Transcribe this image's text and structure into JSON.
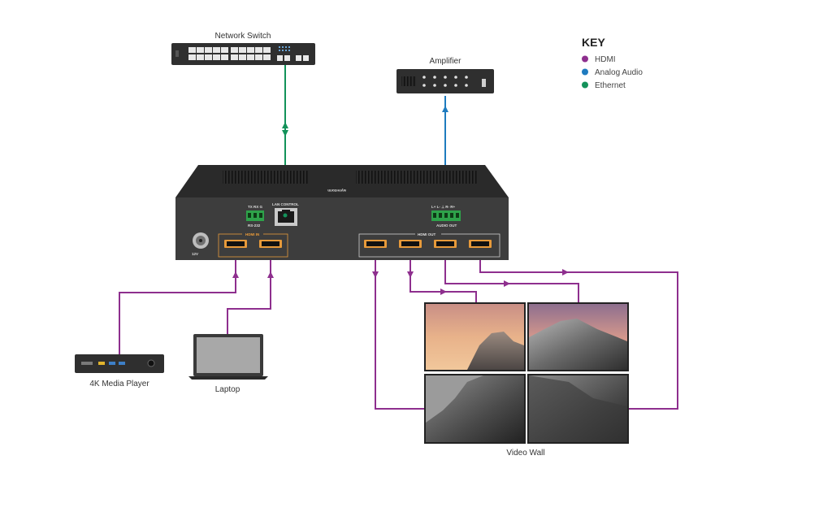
{
  "key": {
    "title": "KEY",
    "items": [
      {
        "label": "HDMI",
        "color": "#8e2f8e"
      },
      {
        "label": "Analog Audio",
        "color": "#1e7bbf"
      },
      {
        "label": "Ethernet",
        "color": "#13925a"
      }
    ]
  },
  "devices": {
    "network_switch": "Network Switch",
    "amplifier": "Amplifier",
    "media_player": "4K Media Player",
    "laptop": "Laptop",
    "video_wall": "Video Wall"
  },
  "panel": {
    "brand": "wyrestorm",
    "rs232": "RS-232",
    "rs232_pins": "TX  RX  G",
    "lan_control": "LAN CONTROL",
    "audio_out": "AUDIO OUT",
    "audio_pins": "L+  L-  ⊥  R-  R+",
    "hdmi_in": "HDMI IN",
    "hdmi_out": "HDMI OUT",
    "power": "12V"
  },
  "colors": {
    "hdmi": "#8e2f8e",
    "audio": "#1e7bbf",
    "ethernet": "#13925a",
    "device_body": "#3a3a3a",
    "accent": "#e79a3a"
  }
}
